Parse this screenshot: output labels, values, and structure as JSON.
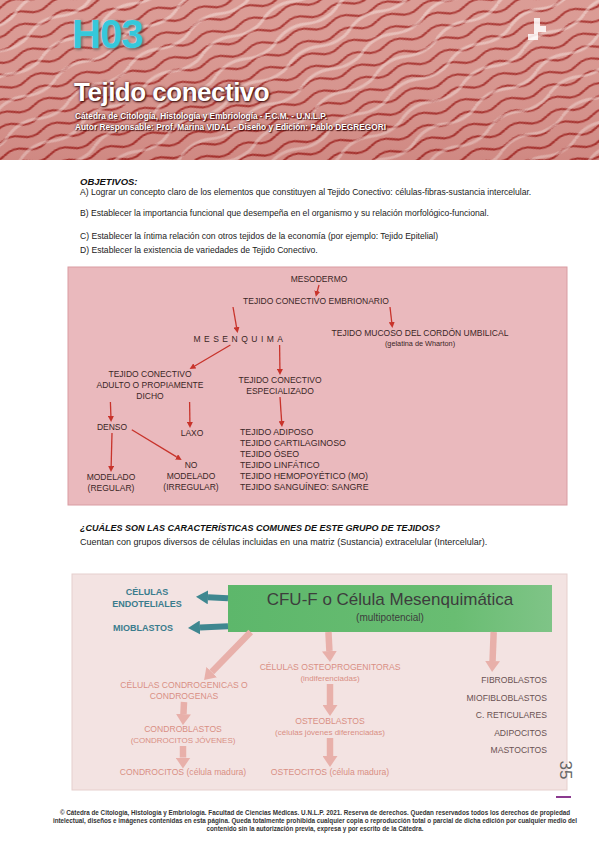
{
  "diagram": {
    "title": "Tejido conectivo",
    "nodes": [
      {
        "text": [
          "MESODERMO"
        ]
      },
      {
        "text": [
          "TEJIDO CONECTIVO EMBRIONARIO"
        ]
      },
      {
        "text": [
          "MESENQUIMA"
        ]
      },
      {
        "text": [
          "TEJIDO MUCOSO DEL CORDÓN UMBILICAL",
          "(gelatina de Wharton)"
        ]
      },
      {
        "text": [
          "TEJIDO CONECTIVO ADULTO O PROPIAMENTE DICHO"
        ]
      },
      {
        "text": [
          "TEJIDO CONECTIVO ESPECIALIZADO"
        ]
      },
      {
        "text": [
          "DENSO"
        ]
      },
      {
        "text": [
          "LAXO"
        ]
      },
      {
        "text": [
          "TEJIDO ADIPOSO",
          "TEJIDO CARTILAGINOSO",
          "TEJIDO ÓSEO",
          "TEJIDO LINFÁTICO",
          "TEJIDO HEMOPOYÉTICO (MO)",
          "TEJIDO SANGUÍNEO: SANGRE"
        ]
      },
      {
        "text": [
          "MODELADO (REGULAR)"
        ]
      },
      {
        "text": [
          "NO MODELADO (IRREGULAR)"
        ]
      },
      {
        "text": [
          "CFU-F o Célula Mesenquimática",
          "(multipotencial)"
        ]
      },
      {
        "text": [
          "CÉLULAS ENDOTELIALES"
        ]
      },
      {
        "text": [
          "MIOBLASTOS"
        ]
      },
      {
        "text": [
          "CÉLULAS CONDROGENICAS O CONDROGENAS"
        ]
      },
      {
        "text": [
          "CONDROBLASTOS",
          "(CONDROCITOS JÓVENES)"
        ]
      },
      {
        "text": [
          "CONDROCITOS (célula madura)"
        ]
      },
      {
        "text": [
          "CÉLULAS OSTEOPROGENITORAS",
          "(indiferenciadas)"
        ]
      },
      {
        "text": [
          "OSTEOBLASTOS",
          "(células jóvenes diferenciadas)"
        ]
      },
      {
        "text": [
          "OSTEOCITOS (célula madura)"
        ]
      },
      {
        "text": [
          "FIBROBLASTOS",
          "MIOFIBLOBLASTOS",
          "C. RETICULARES",
          "ADIPOCITOS",
          "MASTOCITOS"
        ]
      }
    ],
    "edges": [
      {
        "from": 0,
        "to": 1,
        "arrow": "to"
      },
      {
        "from": 1,
        "to": 2,
        "arrow": "to"
      },
      {
        "from": 1,
        "to": 3,
        "arrow": "to"
      },
      {
        "from": 2,
        "to": 4,
        "arrow": "to"
      },
      {
        "from": 2,
        "to": 5,
        "arrow": "to"
      },
      {
        "from": 4,
        "to": 6,
        "arrow": "to"
      },
      {
        "from": 4,
        "to": 7,
        "arrow": "to"
      },
      {
        "from": 6,
        "to": 9,
        "arrow": "to"
      },
      {
        "from": 6,
        "to": 10,
        "arrow": "to"
      },
      {
        "from": 5,
        "to": 8,
        "arrow": "to"
      },
      {
        "from": 11,
        "to": 12,
        "arrow": "to"
      },
      {
        "from": 11,
        "to": 13,
        "arrow": "to"
      },
      {
        "from": 11,
        "to": 14,
        "arrow": "to"
      },
      {
        "from": 11,
        "to": 17,
        "arrow": "to"
      },
      {
        "from": 11,
        "to": 20,
        "arrow": "to"
      },
      {
        "from": 14,
        "to": 15,
        "arrow": "to"
      },
      {
        "from": 15,
        "to": 16,
        "arrow": "to"
      },
      {
        "from": 17,
        "to": 18,
        "arrow": "to"
      },
      {
        "from": 18,
        "to": 19,
        "arrow": "to"
      }
    ],
    "labels": [
      "H03",
      "Cátedra de Citología, Histología y Embriología - F.C.M. - U.N.L.P.",
      "Autor Responsable: Prof. Marina VIDAL - Diseño y Edición: Pablo DEGREGORI",
      "OBJETIVOS:",
      "A) Lograr un concepto claro de los elementos que constituyen al Tejido Conectivo: células-fibras-sustancia intercelular.",
      "B) Establecer la importancia funcional que desempeña en el organismo y su relación morfológico-funcional.",
      "C) Establecer la íntima relación con otros tejidos de la economía (por ejemplo: Tejido Epitelial)",
      "D) Establecer la existencia de variedades de Tejido Conectivo.",
      "¿CUÁLES SON LAS CARACTERÍSTICAS COMUNES DE ESTE GRUPO DE TEJIDOS?",
      "Cuentan con grupos diversos de células incluidas en una matriz (Sustancia) extracelular (Intercelular).",
      "35",
      "© Cátedra de Citología, Histología y Embriología. Facultad de Ciencias Médicas. U.N.L.P. 2021. Reserva de derechos. Quedan reservados todos los derechos de propiedad intelectual, diseños e imágenes contenidas en esta página. Queda totalmente prohibida cualquier copia o reproducción total o parcial de dicha edición por cualquier medio del contenido sin la autorización previa, expresa y por escrito de la Cátedra."
    ]
  }
}
